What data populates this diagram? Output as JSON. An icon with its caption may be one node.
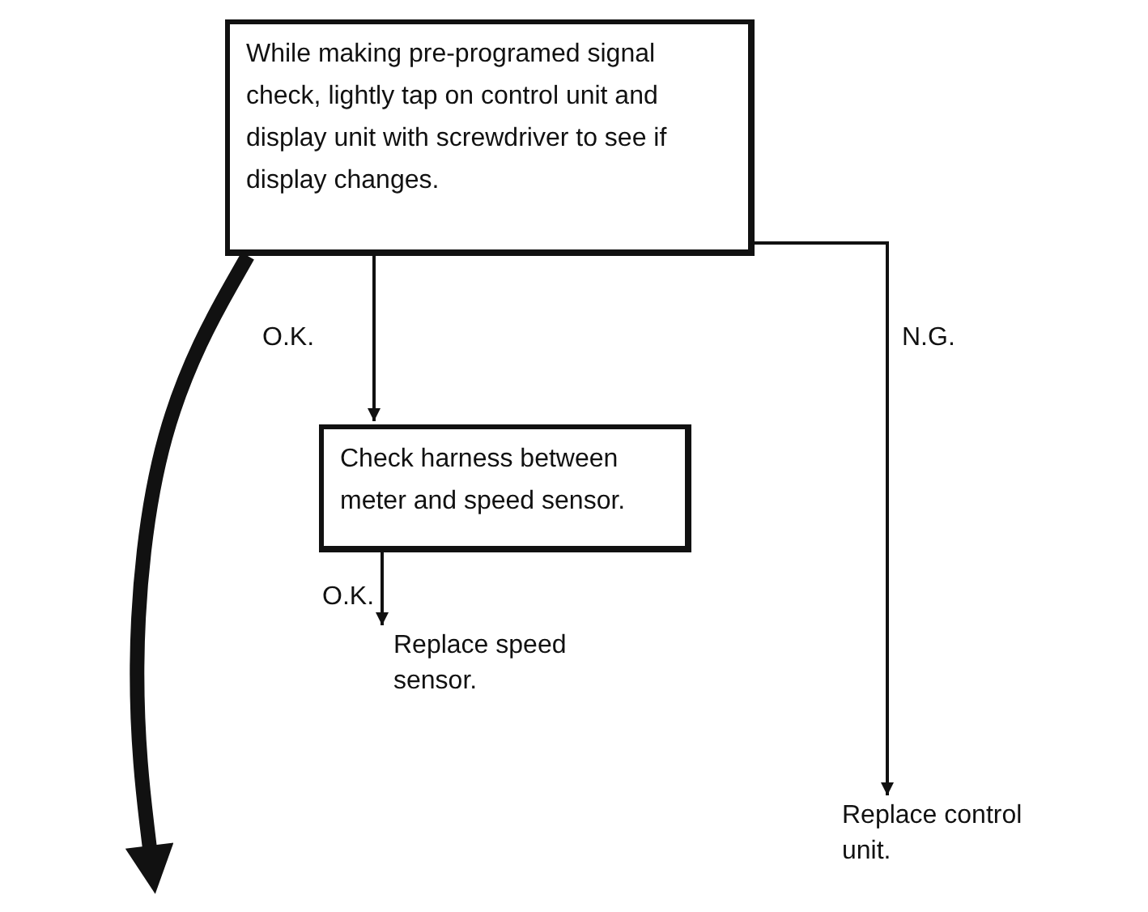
{
  "diagram": {
    "nodes": [
      {
        "text": [
          "While making pre-programed signal check, lightly tap on control unit and display unit with screwdriver to see if display changes."
        ]
      },
      {
        "text": [
          "Check harness between meter and speed sensor."
        ]
      },
      {
        "text": [
          "Replace speed sensor."
        ]
      },
      {
        "text": [
          "Replace control unit."
        ]
      }
    ],
    "edges": [
      {
        "from": 0,
        "to": 1,
        "arrow": "to",
        "label": "O.K."
      },
      {
        "from": 0,
        "to": 3,
        "arrow": "to",
        "label": "N.G."
      },
      {
        "from": 1,
        "to": 2,
        "arrow": "to",
        "label": "O.K."
      },
      {
        "from": 0,
        "to": null,
        "arrow": "to",
        "style": "thick"
      }
    ]
  }
}
